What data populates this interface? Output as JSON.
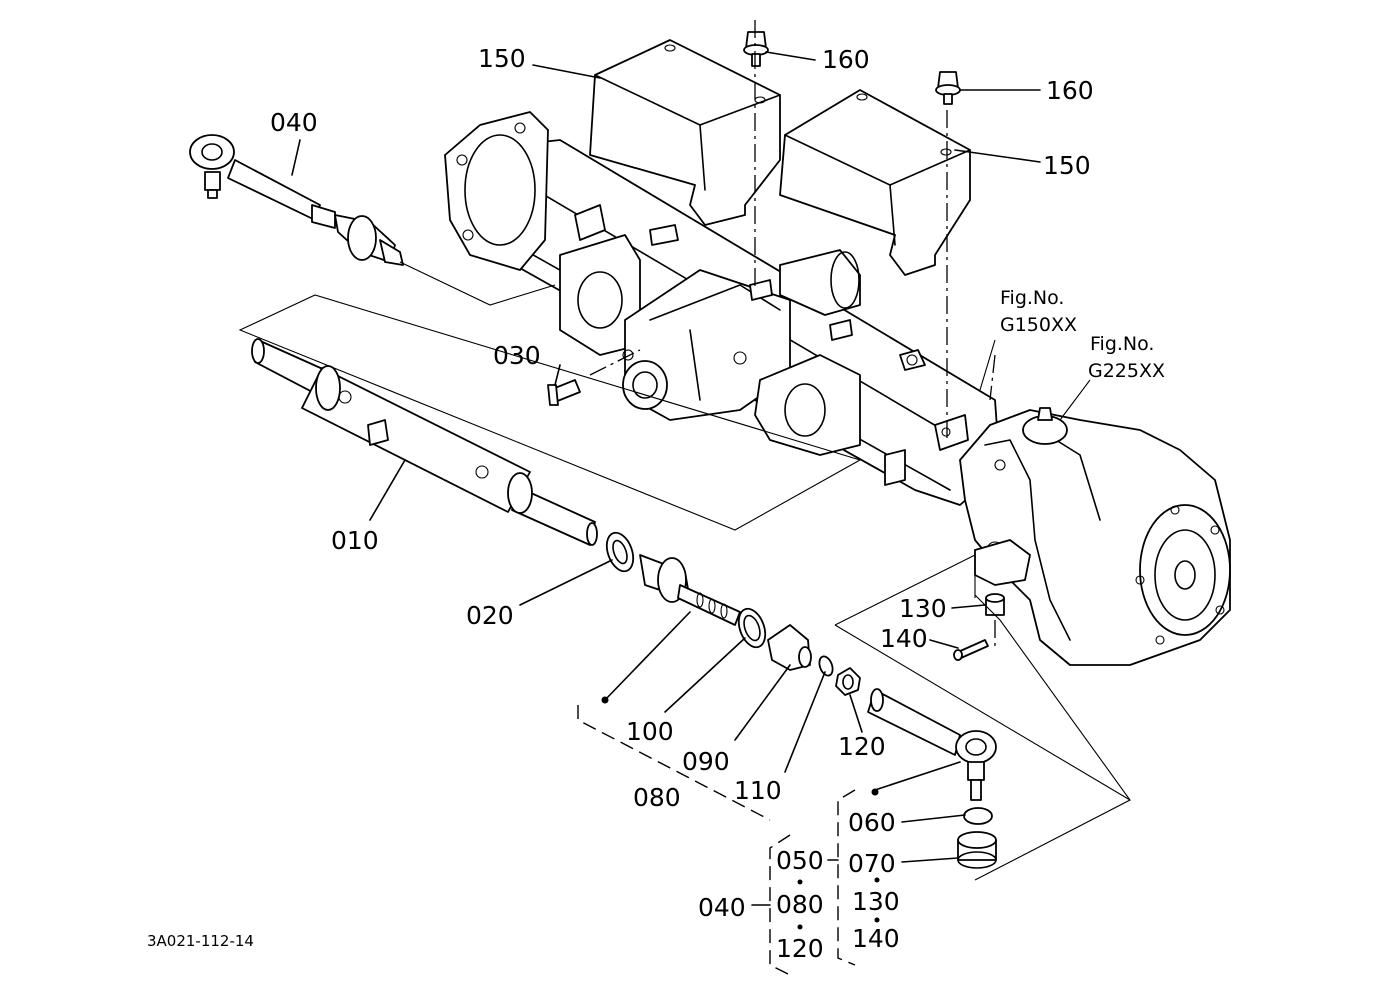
{
  "diagram": {
    "drawing_code": "3A021-112-14",
    "callouts": {
      "p150a": "150",
      "p160a": "160",
      "p160b": "160",
      "p150b": "150",
      "p040a": "040",
      "p030": "030",
      "p010": "010",
      "p020": "020",
      "p100": "100",
      "p090": "090",
      "p080a": "080",
      "p110": "110",
      "p120a": "120",
      "p130a": "130",
      "p140a": "140",
      "p060": "060",
      "p070": "070",
      "p050": "050",
      "p040b": "040",
      "p080b": "080",
      "p120b": "120",
      "p130b": "130",
      "p140b": "140"
    },
    "fig_refs": {
      "ref1_line1": "Fig.No.",
      "ref1_line2": "G150XX",
      "ref2_line1": "Fig.No.",
      "ref2_line2": "G225XX"
    }
  }
}
